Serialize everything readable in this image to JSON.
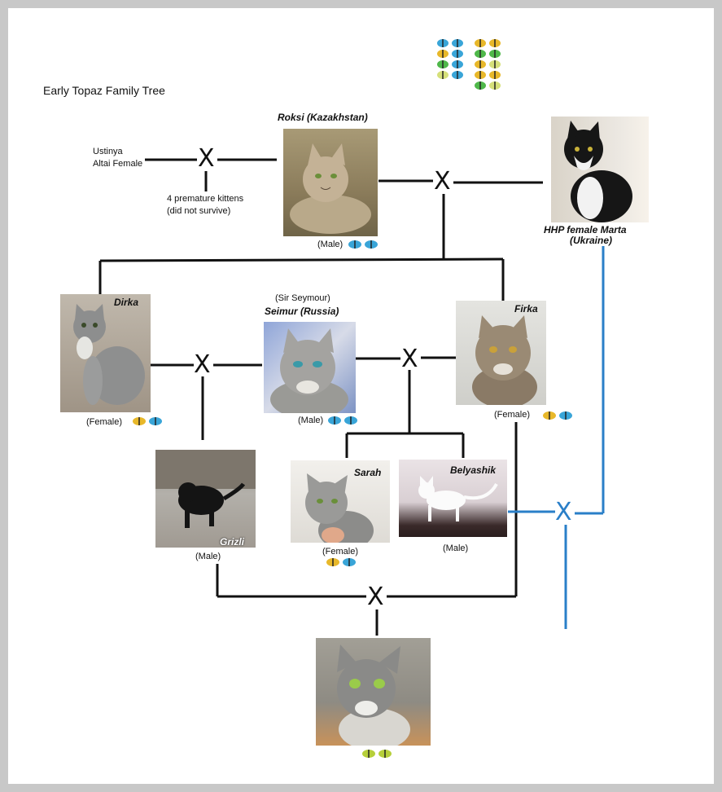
{
  "title": "Early Topaz Family Tree",
  "colors": {
    "line_black": "#111111",
    "line_blue": "#2a7fc8",
    "eye_blue": "#39a5d8",
    "eye_yellow": "#e8b82a",
    "eye_green": "#4fb84a",
    "eye_lightyellow": "#d6e07a"
  },
  "cross_symbol": "X",
  "ustinya": {
    "line1": "Ustinya",
    "line2": "Altai Female"
  },
  "premature": {
    "line1": "4 premature kittens",
    "line2": "(did not survive)"
  },
  "roksi": {
    "name": "Roksi (Kazakhstan)",
    "sex": "(Male)"
  },
  "marta": {
    "line1": "HHP female Marta",
    "line2": "(Ukraine)"
  },
  "dirka": {
    "name": "Dirka",
    "sex": "(Female)"
  },
  "seimur": {
    "alias": "(Sir Seymour)",
    "name": "Seimur (Russia)",
    "sex": "(Male)"
  },
  "firka": {
    "name": "Firka",
    "sex": "(Female)"
  },
  "grizli": {
    "name": "Grizli",
    "sex": "(Male)"
  },
  "sarah": {
    "name": "Sarah",
    "sex": "(Female)"
  },
  "belyashik": {
    "name": "Belyashik",
    "sex": "(Male)"
  },
  "eye_legend": [
    [
      "blue-blue",
      "yellow-yellow"
    ],
    [
      "yellow-blue",
      "green-green"
    ],
    [
      "green-blue",
      "yellow-lightyellow"
    ],
    [
      "lightyellow-blue",
      "yellow-yellow"
    ],
    [
      "",
      "green-lightyellow"
    ]
  ],
  "eye_badges": {
    "roksi": "blue-blue",
    "dirka": "yellow-blue",
    "seimur": "blue-blue",
    "firka": "yellow-blue",
    "sarah": "yellow-blue",
    "kitten": "lightgreen-lightgreen"
  }
}
